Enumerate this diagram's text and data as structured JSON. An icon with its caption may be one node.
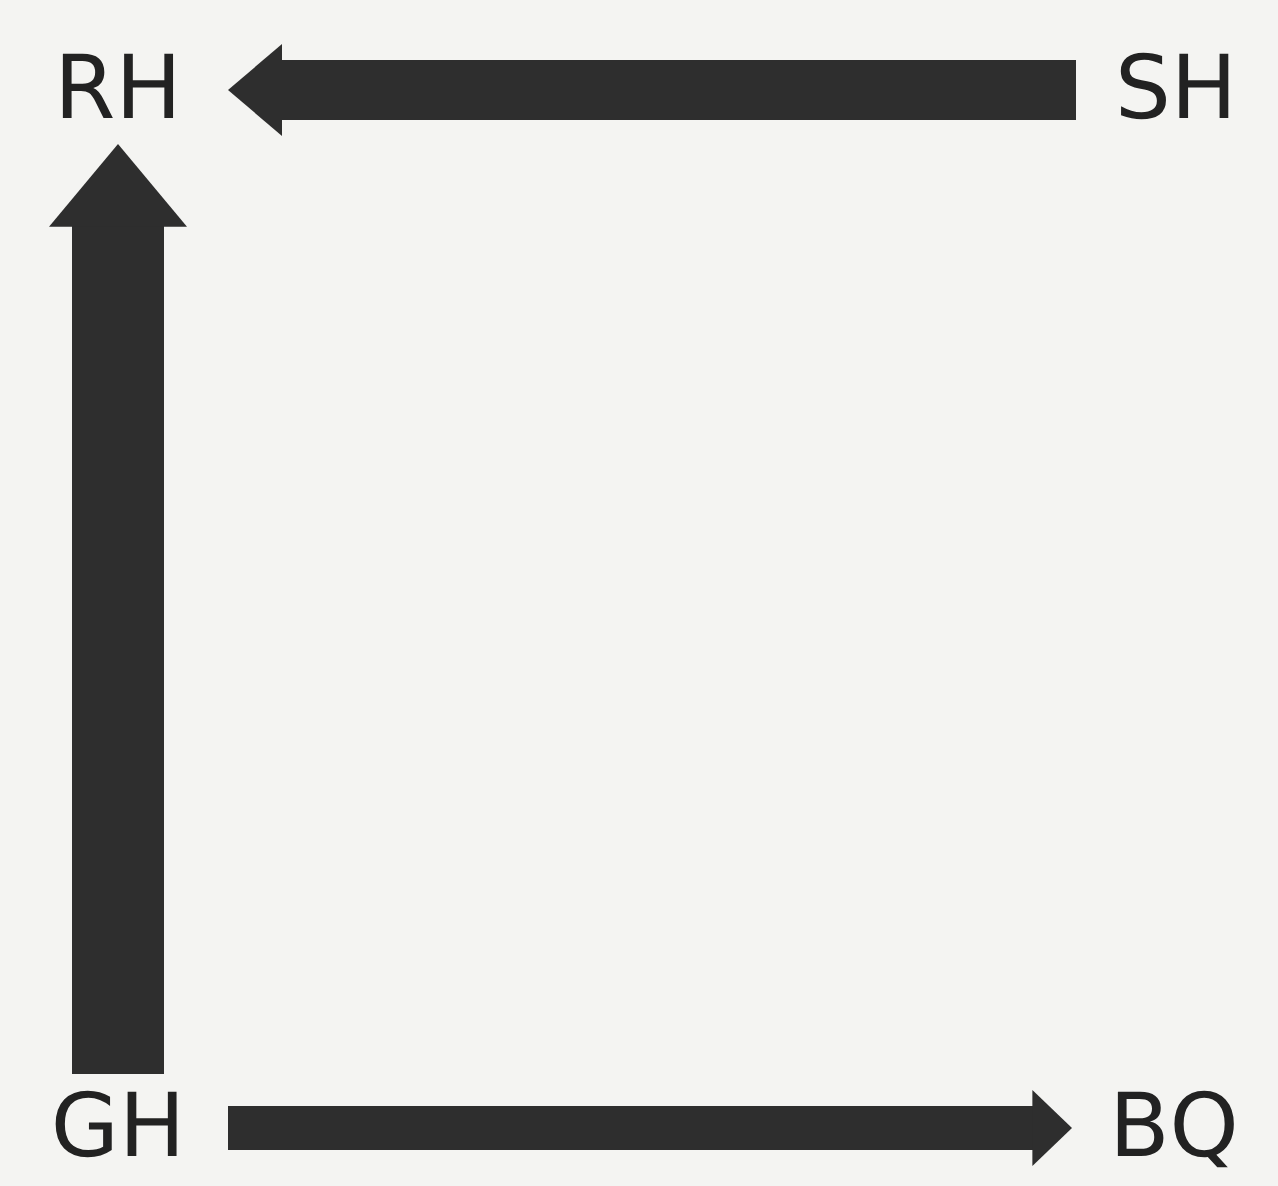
{
  "diagram": {
    "nodes": [
      {
        "text": [
          "RH"
        ]
      },
      {
        "text": [
          "SH"
        ]
      },
      {
        "text": [
          "GH"
        ]
      },
      {
        "text": [
          "BQ"
        ]
      }
    ],
    "edges": [
      {
        "from": 1,
        "to": 0,
        "arrow": "to"
      },
      {
        "from": 2,
        "to": 0,
        "arrow": "to"
      },
      {
        "from": 2,
        "to": 3,
        "arrow": "to"
      }
    ]
  }
}
